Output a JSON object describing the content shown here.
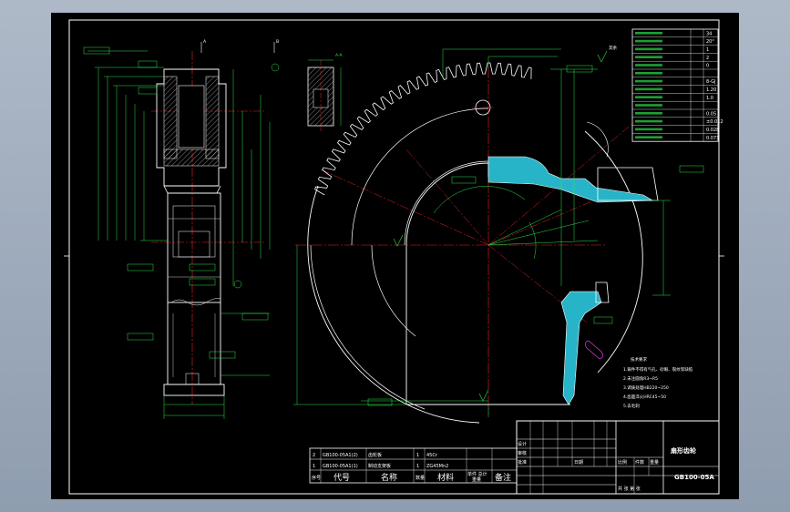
{
  "colors": {
    "background": "#000000",
    "outline": "#ffffff",
    "dimension": "#29e34b",
    "centerline": "#e8232a",
    "section_fill": "#28b4c8",
    "gear_teeth": "#ffffff",
    "section_label": "#e040e0"
  },
  "parameter_table": {
    "rows": [
      {
        "value": "34"
      },
      {
        "value": "20°"
      },
      {
        "value": "1"
      },
      {
        "value": "2"
      },
      {
        "value": "0"
      },
      {
        "value": ""
      },
      {
        "value": "8-GJ"
      },
      {
        "value": "1.20"
      },
      {
        "value": "1.0"
      },
      {
        "value": ""
      },
      {
        "value": "0.05"
      },
      {
        "value": "±0.012"
      },
      {
        "value": "0.028"
      },
      {
        "value": "0.073"
      }
    ]
  },
  "title_block": {
    "drawing_title": "扇形齿轮",
    "drawing_number": "GB100-05A",
    "label_scale": "比例",
    "label_qty": "件数",
    "label_weight": "重量",
    "label_sheet": "共 张 第 张",
    "label_designer": "设计",
    "label_checker": "审核",
    "label_approver": "批准",
    "label_date": "日期"
  },
  "bom": {
    "rows": [
      {
        "no": "2",
        "code": "GB100-05A1(2)",
        "name": "齿轮板",
        "qty": "1",
        "material": "45Cr"
      },
      {
        "no": "1",
        "code": "GB100-05A1(1)",
        "name": "制动支架板",
        "qty": "1",
        "material": "ZG45Mn2"
      }
    ],
    "headers": {
      "no": "序号",
      "code": "代号",
      "name": "名称",
      "qty": "数量",
      "material": "材料",
      "weight": "单件 总计",
      "weight_sub": "重量",
      "remark": "备注"
    }
  },
  "tech_notes": {
    "title": "技术要求",
    "items": [
      "1.铸件不得有气孔、砂眼、裂纹等缺陷",
      "2.未注圆角R3~R5",
      "3.调质处理HB220~250",
      "4.齿面淬火HRC45~50",
      "5.去毛刺"
    ]
  },
  "annotations": {
    "roughness_top": "其余",
    "view_label_a": "A",
    "view_label_b": "B",
    "section_mark": "A-A"
  }
}
